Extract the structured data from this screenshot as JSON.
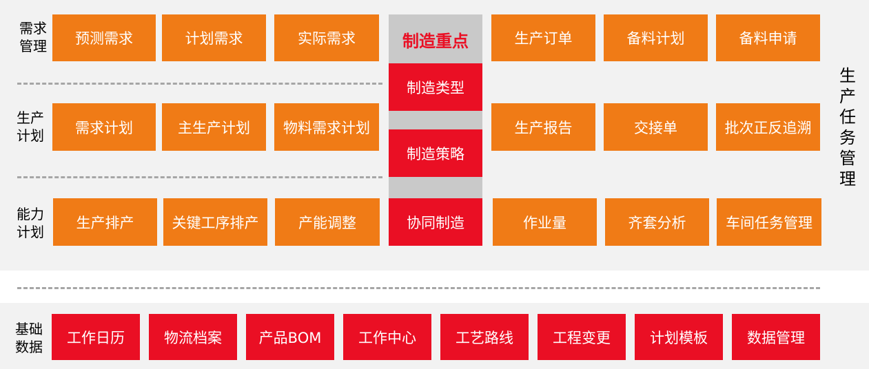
{
  "demand_row": {
    "label_lines": [
      "需求",
      "管理"
    ],
    "boxes": [
      "预测需求",
      "计划需求",
      "实际需求"
    ]
  },
  "plan_row": {
    "label_lines": [
      "生产",
      "计划"
    ],
    "boxes": [
      "需求计划",
      "主生产计划",
      "物料需求计划"
    ]
  },
  "capacity_row": {
    "label_lines": [
      "能力",
      "计划"
    ],
    "boxes": [
      "生产排产",
      "关键工序排产",
      "产能调整"
    ]
  },
  "manufacturing_focus": {
    "title": "制造重点",
    "items": [
      "制造类型",
      "制造策略",
      "协同制造"
    ]
  },
  "task_management": {
    "label_chars": [
      "生",
      "产",
      "任",
      "务",
      "管",
      "理"
    ],
    "row1": [
      "生产订单",
      "备料计划",
      "备料申请"
    ],
    "row2": [
      "生产报告",
      "交接单",
      "批次正反追溯"
    ],
    "row3": [
      "作业量",
      "齐套分析",
      "车间任务管理"
    ]
  },
  "base_data": {
    "label_lines": [
      "基础",
      "数据"
    ],
    "boxes": [
      "工作日历",
      "物流档案",
      "产品BOM",
      "工作中心",
      "工艺路线",
      "工程变更",
      "计划模板",
      "数据管理"
    ]
  },
  "colors": {
    "orange": "#f07b16",
    "red": "#ea0f24",
    "panel_gray": "#f2f2f2",
    "center_gray": "#c9c9c9"
  }
}
